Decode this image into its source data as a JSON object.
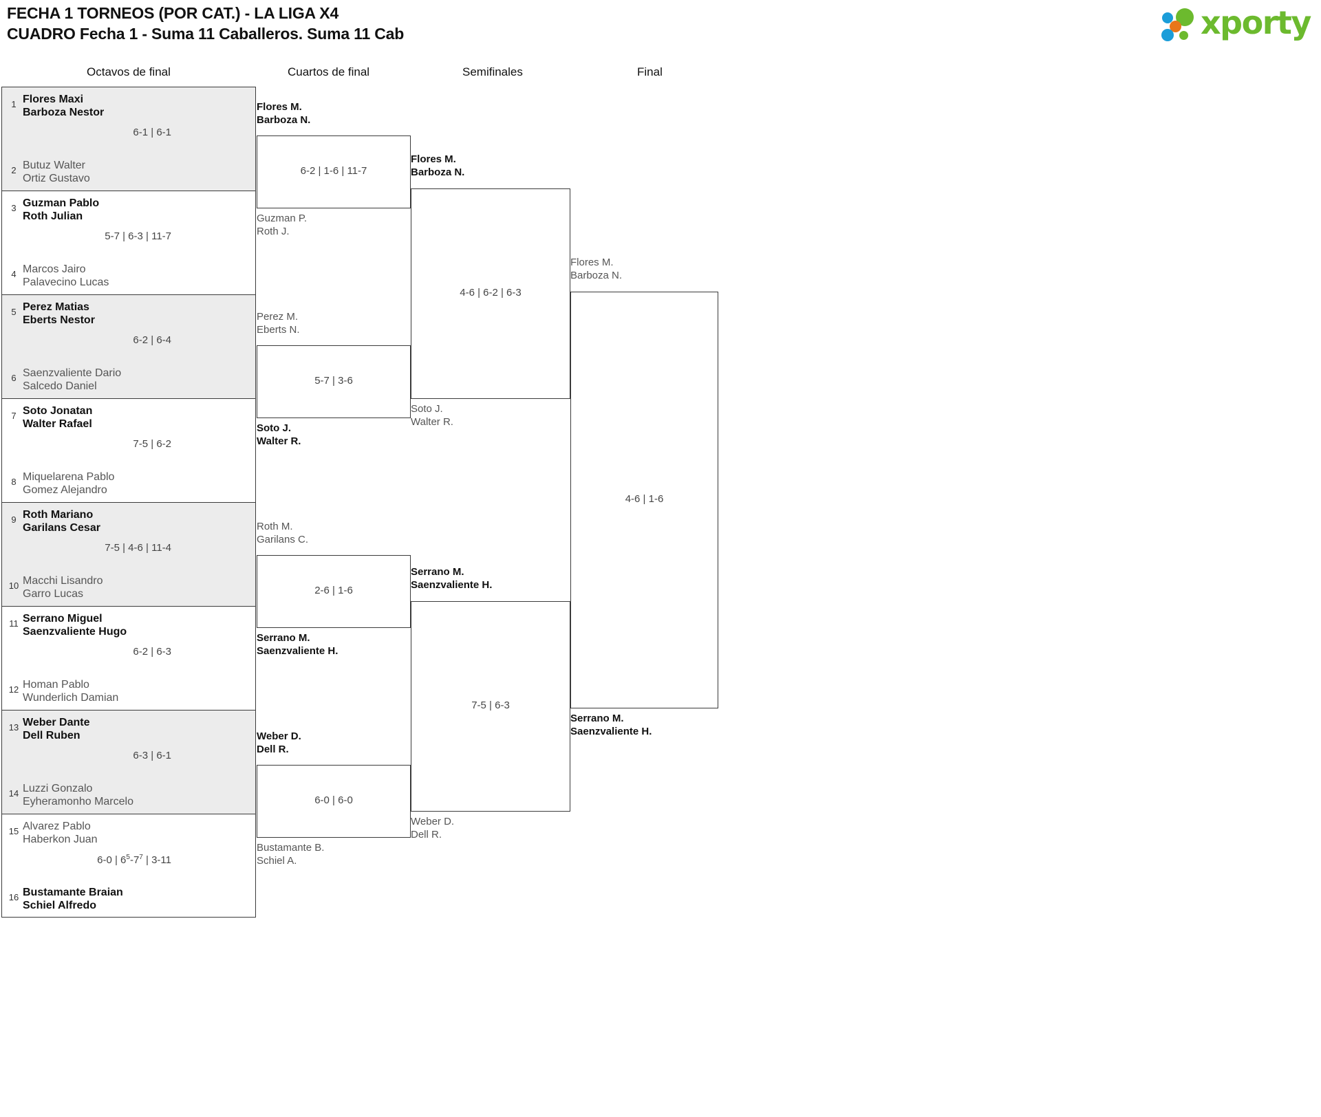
{
  "header": {
    "title_line1": "FECHA 1 TORNEOS (POR CAT.) - LA LIGA X4",
    "title_line2": "CUADRO Fecha 1 - Suma 11 Caballeros. Suma 11 Cab",
    "logo_text": "xporty",
    "logo_colors": {
      "green": "#6cba2e",
      "blue": "#1b9dd9",
      "orange": "#e8761a"
    }
  },
  "rounds": [
    {
      "label": "Octavos de final"
    },
    {
      "label": "Cuartos de final"
    },
    {
      "label": "Semifinales"
    },
    {
      "label": "Final"
    }
  ],
  "round1": {
    "matches": [
      {
        "shaded": true,
        "score": "6-1 | 6-1",
        "top": {
          "seed": "1",
          "p1": "Flores Maxi",
          "p2": "Barboza Nestor",
          "winner": true
        },
        "bottom": {
          "seed": "2",
          "p1": "Butuz Walter",
          "p2": "Ortiz Gustavo",
          "winner": false
        }
      },
      {
        "shaded": false,
        "score": "5-7 | 6-3 | 11-7",
        "top": {
          "seed": "3",
          "p1": "Guzman Pablo",
          "p2": "Roth Julian",
          "winner": true
        },
        "bottom": {
          "seed": "4",
          "p1": "Marcos Jairo",
          "p2": "Palavecino Lucas",
          "winner": false
        }
      },
      {
        "shaded": true,
        "score": "6-2 | 6-4",
        "top": {
          "seed": "5",
          "p1": "Perez Matias",
          "p2": "Eberts Nestor",
          "winner": true
        },
        "bottom": {
          "seed": "6",
          "p1": "Saenzvaliente Dario",
          "p2": "Salcedo Daniel",
          "winner": false
        }
      },
      {
        "shaded": false,
        "score": "7-5 | 6-2",
        "top": {
          "seed": "7",
          "p1": "Soto Jonatan",
          "p2": "Walter Rafael",
          "winner": true
        },
        "bottom": {
          "seed": "8",
          "p1": "Miquelarena Pablo",
          "p2": "Gomez Alejandro",
          "winner": false
        }
      },
      {
        "shaded": true,
        "score": "7-5 | 4-6 | 11-4",
        "top": {
          "seed": "9",
          "p1": "Roth Mariano",
          "p2": "Garilans Cesar",
          "winner": true
        },
        "bottom": {
          "seed": "10",
          "p1": "Macchi Lisandro",
          "p2": "Garro Lucas",
          "winner": false
        }
      },
      {
        "shaded": false,
        "score": "6-2 | 6-3",
        "top": {
          "seed": "11",
          "p1": "Serrano Miguel",
          "p2": "Saenzvaliente Hugo",
          "winner": true
        },
        "bottom": {
          "seed": "12",
          "p1": "Homan Pablo",
          "p2": "Wunderlich Damian",
          "winner": false
        }
      },
      {
        "shaded": true,
        "score": "6-3 | 6-1",
        "top": {
          "seed": "13",
          "p1": "Weber Dante",
          "p2": "Dell Ruben",
          "winner": true
        },
        "bottom": {
          "seed": "14",
          "p1": "Luzzi Gonzalo",
          "p2": "Eyheramonho Marcelo",
          "winner": false
        }
      },
      {
        "shaded": false,
        "score_html": "6-0 | 6<sup>5</sup>-7<sup>7</sup> | 3-11",
        "score": "6-0 | 65-77 | 3-11",
        "top": {
          "seed": "15",
          "p1": "Alvarez Pablo",
          "p2": "Haberkon Juan",
          "winner": false
        },
        "bottom": {
          "seed": "16",
          "p1": "Bustamante Braian",
          "p2": "Schiel Alfredo",
          "winner": true
        }
      }
    ]
  },
  "round2": {
    "matches": [
      {
        "score": "6-2 | 1-6 | 11-7",
        "top": {
          "p1": "Flores M.",
          "p2": "Barboza N.",
          "winner": true
        },
        "bottom": {
          "p1": "Guzman P.",
          "p2": "Roth J.",
          "winner": false
        }
      },
      {
        "score": "5-7 | 3-6",
        "top": {
          "p1": "Perez M.",
          "p2": "Eberts N.",
          "winner": false
        },
        "bottom": {
          "p1": "Soto J.",
          "p2": "Walter R.",
          "winner": true
        }
      },
      {
        "score": "2-6 | 1-6",
        "top": {
          "p1": "Roth M.",
          "p2": "Garilans C.",
          "winner": false
        },
        "bottom": {
          "p1": "Serrano M.",
          "p2": "Saenzvaliente H.",
          "winner": true
        }
      },
      {
        "score": "6-0 | 6-0",
        "top": {
          "p1": "Weber D.",
          "p2": "Dell R.",
          "winner": true
        },
        "bottom": {
          "p1": "Bustamante B.",
          "p2": "Schiel A.",
          "winner": false
        }
      }
    ]
  },
  "round3": {
    "matches": [
      {
        "score": "4-6 | 6-2 | 6-3",
        "top": {
          "p1": "Flores M.",
          "p2": "Barboza N.",
          "winner": true
        },
        "bottom": {
          "p1": "Soto J.",
          "p2": "Walter R.",
          "winner": false
        }
      },
      {
        "score": "7-5 | 6-3",
        "top": {
          "p1": "Serrano M.",
          "p2": "Saenzvaliente H.",
          "winner": true
        },
        "bottom": {
          "p1": "Weber D.",
          "p2": "Dell R.",
          "winner": false
        }
      }
    ]
  },
  "round4": {
    "matches": [
      {
        "score": "4-6 | 1-6",
        "top": {
          "p1": "Flores M.",
          "p2": "Barboza N.",
          "winner": false
        },
        "bottom": {
          "p1": "Serrano M.",
          "p2": "Saenzvaliente H.",
          "winner": true
        }
      }
    ]
  }
}
